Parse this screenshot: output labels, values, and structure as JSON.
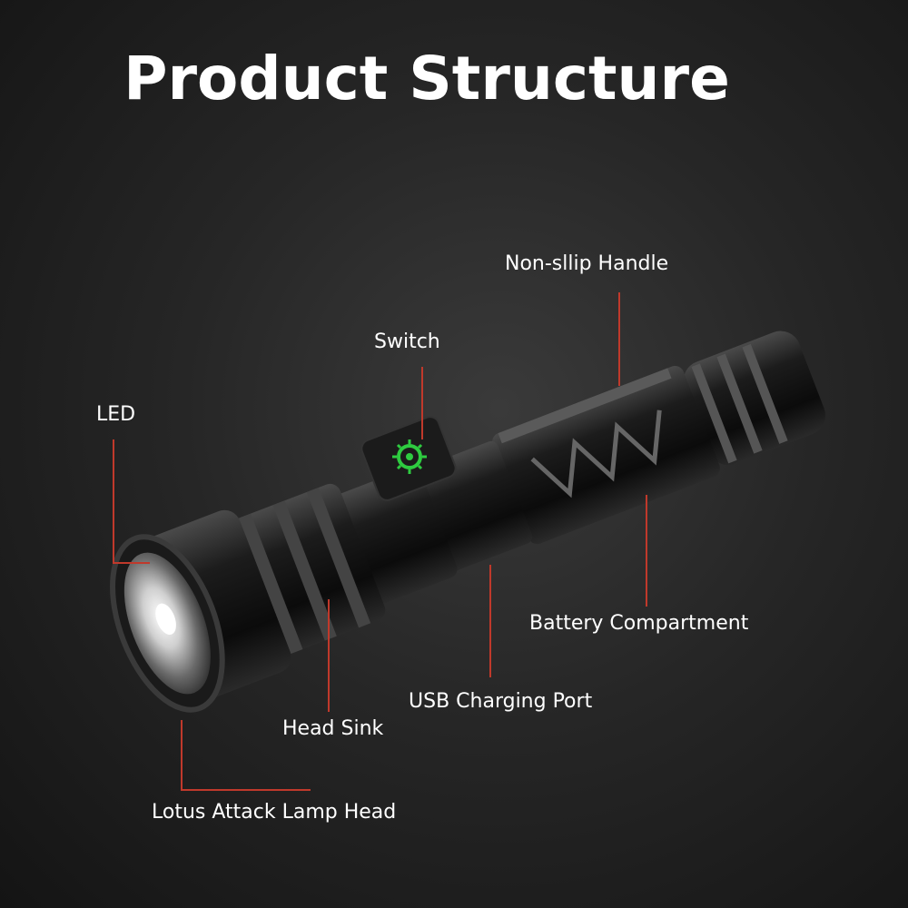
{
  "title": "Product Structure",
  "colors": {
    "background": "#1e1e1e",
    "text": "#ffffff",
    "leader_line": "#c0392b",
    "switch_icon": "#2ecc40"
  },
  "labels": {
    "led": "LED",
    "switch": "Switch",
    "handle": "Non-sllip Handle",
    "battery": "Battery Compartment",
    "usb": "USB Charging Port",
    "head_sink": "Head Sink",
    "lamp_head": "Lotus Attack Lamp Head"
  }
}
